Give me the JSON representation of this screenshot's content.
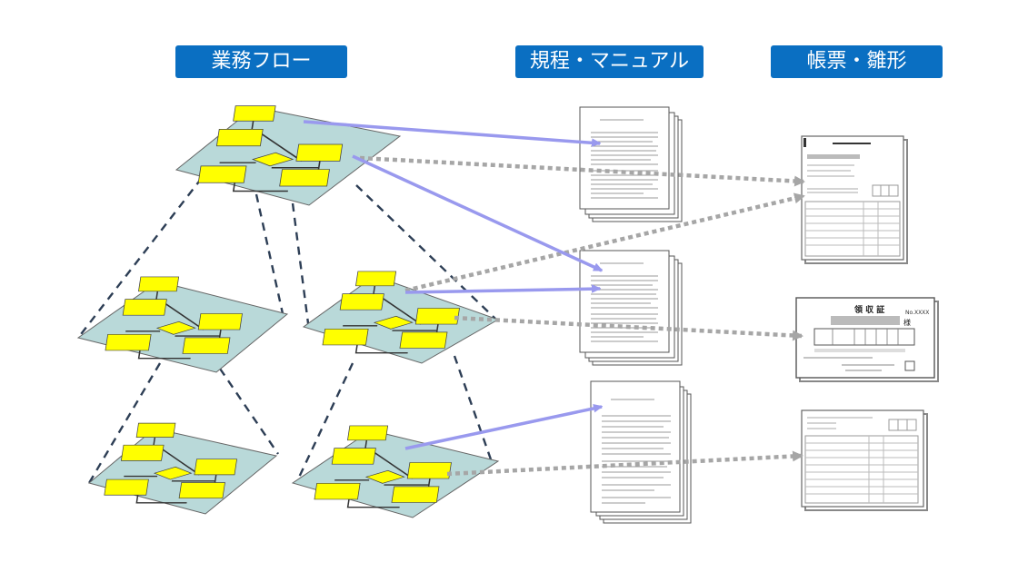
{
  "headers": {
    "flow": "業務フロー",
    "manual": "規程・マニュアル",
    "forms": "帳票・雛形"
  },
  "forms": {
    "receipt_title": "領 収 証",
    "receipt_no": "No.XXXX",
    "receipt_sama": "様"
  },
  "colors": {
    "header_bg": "#0a6fc2",
    "plane_fill": "#b9d9d9",
    "box_fill": "#ffff00",
    "link_arrow": "#9999ee",
    "dotted_arrow": "#a6a6a6",
    "dashed_line": "#2d3e55"
  }
}
